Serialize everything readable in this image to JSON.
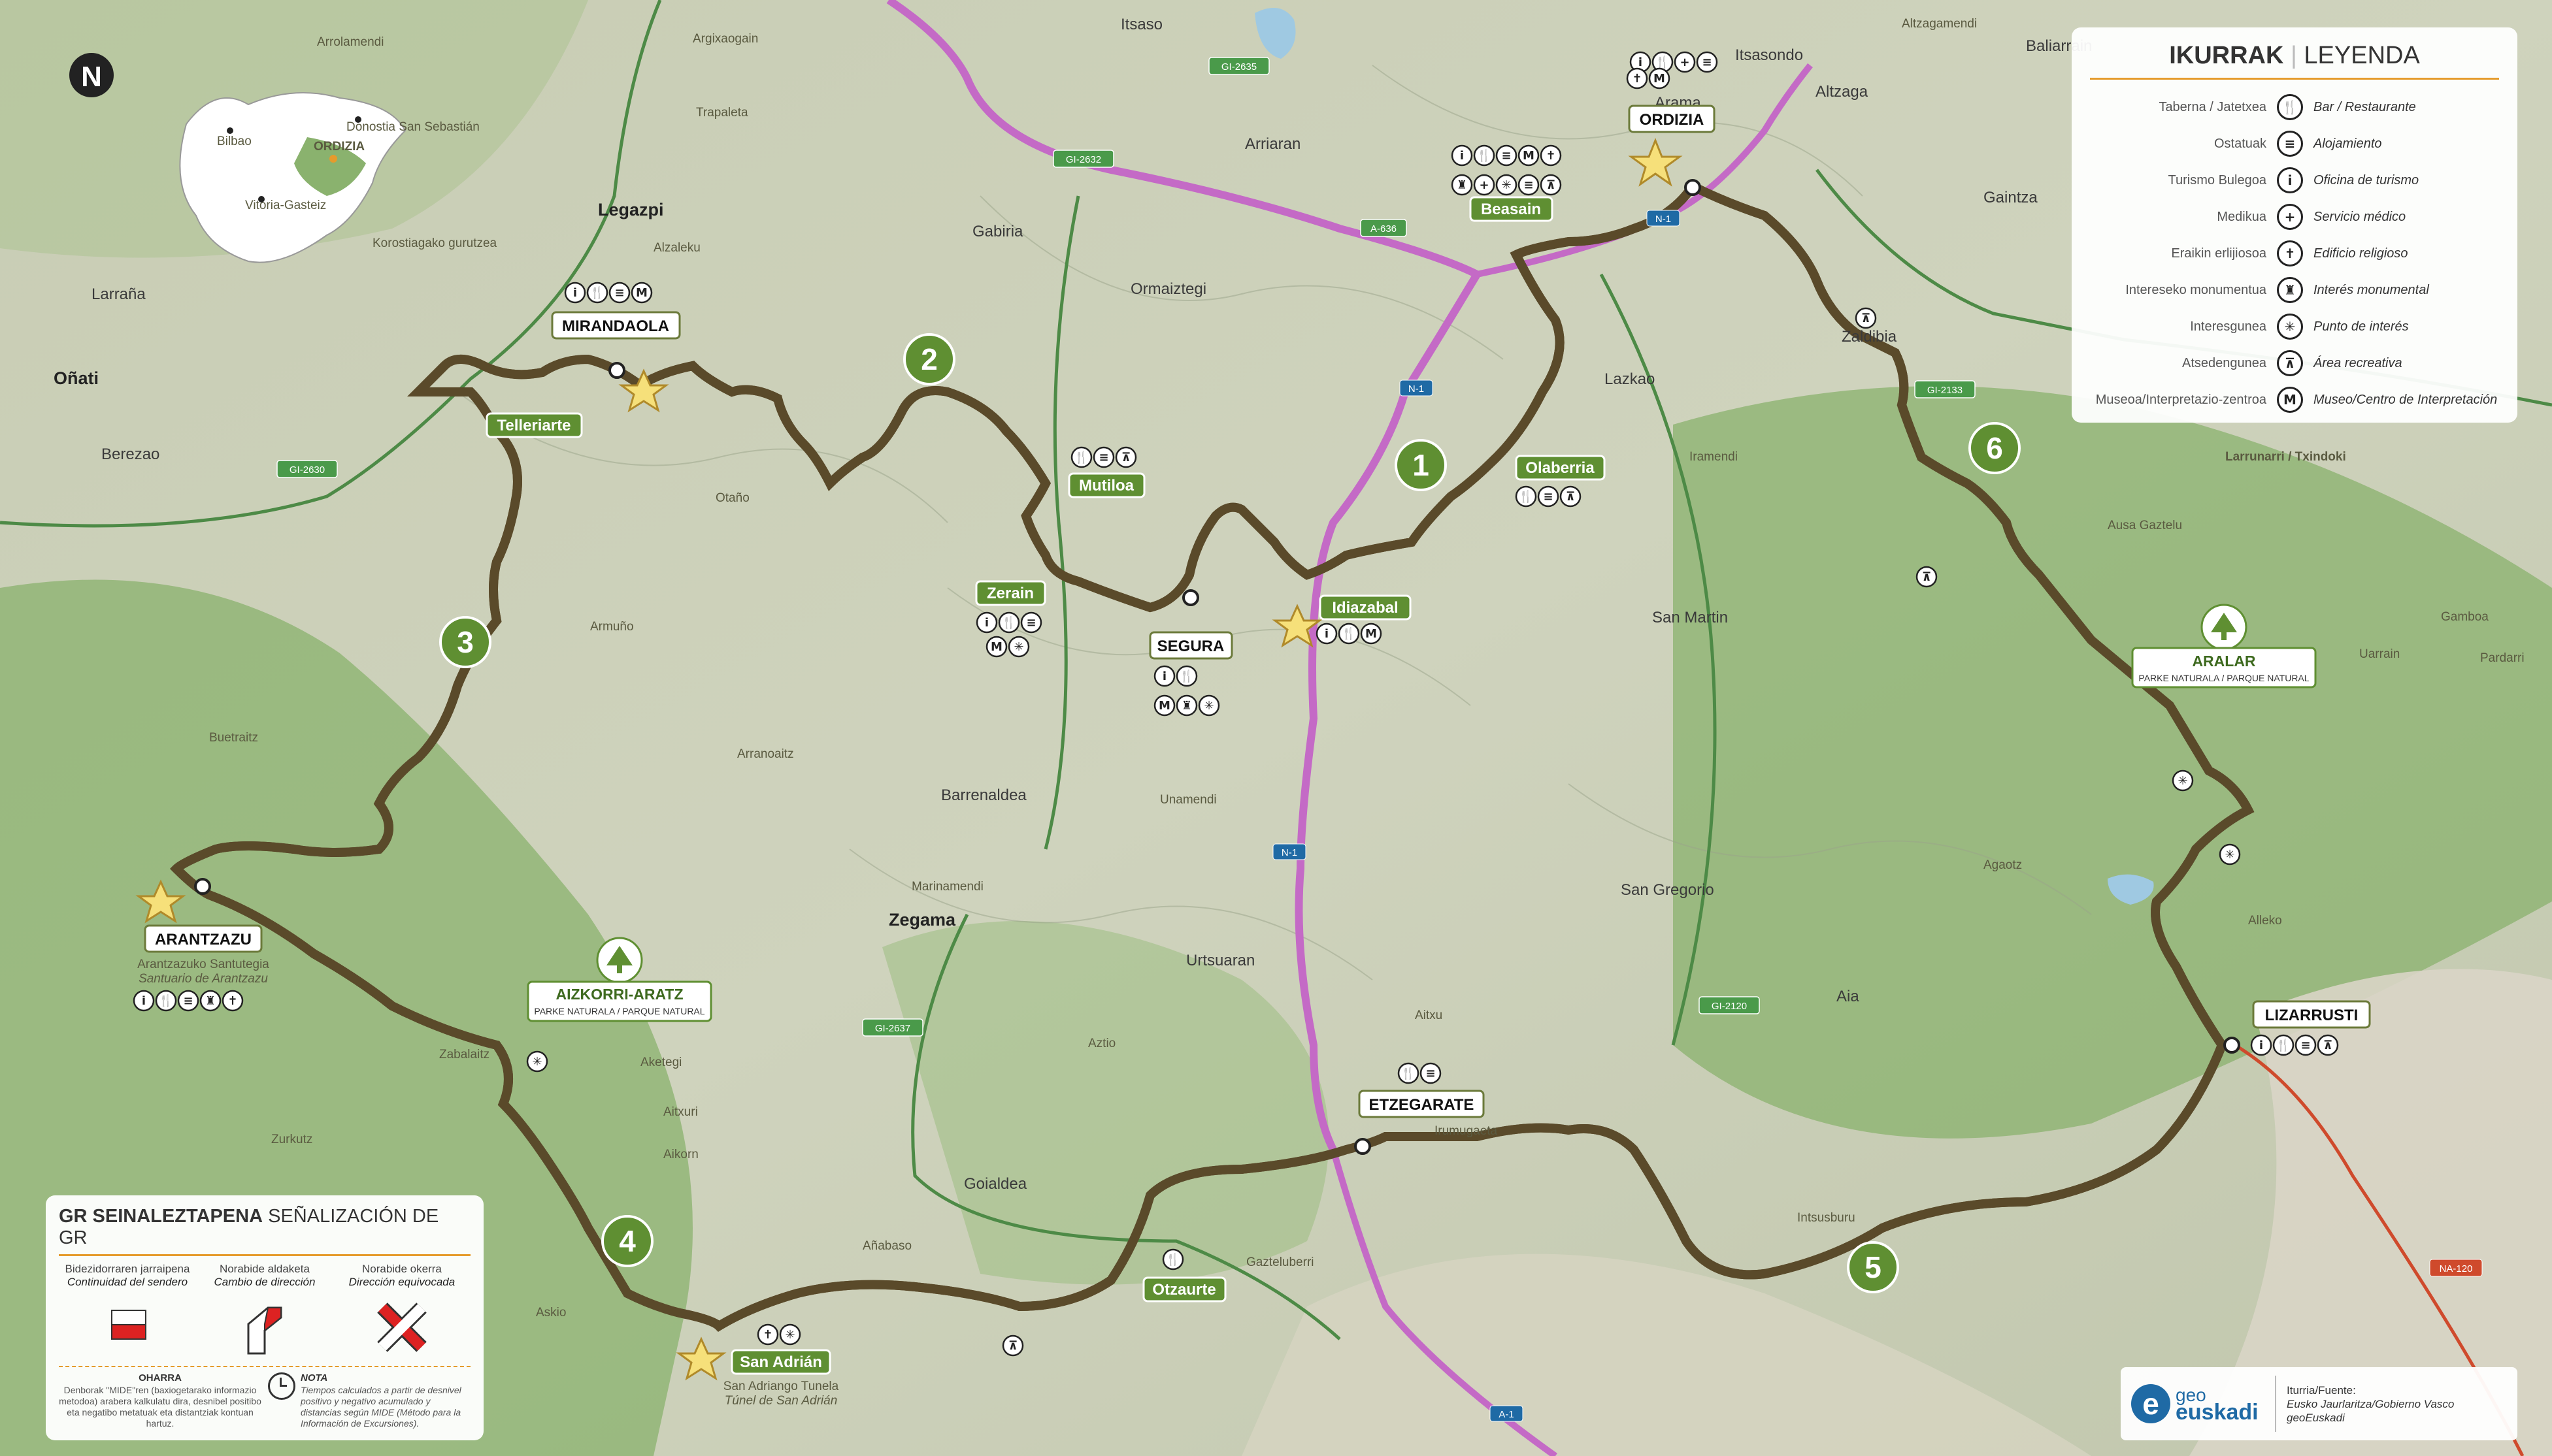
{
  "legend": {
    "title_bold": "IKURRAK",
    "title_rest": "LEYENDA",
    "items": [
      {
        "eu": "Taberna / Jatetxea",
        "es": "Bar / Restaurante",
        "icon": "fork-knife-icon",
        "glyph": "🍴"
      },
      {
        "eu": "Ostatuak",
        "es": "Alojamiento",
        "icon": "bed-icon",
        "glyph": "≡"
      },
      {
        "eu": "Turismo Bulegoa",
        "es": "Oficina de turismo",
        "icon": "info-icon",
        "glyph": "i"
      },
      {
        "eu": "Medikua",
        "es": "Servicio médico",
        "icon": "medical-icon",
        "glyph": "+"
      },
      {
        "eu": "Eraikin erlijiosoa",
        "es": "Edificio religioso",
        "icon": "church-icon",
        "glyph": "✝"
      },
      {
        "eu": "Intereseko monumentua",
        "es": "Interés monumental",
        "icon": "monument-icon",
        "glyph": "♜"
      },
      {
        "eu": "Interesgunea",
        "es": "Punto de interés",
        "icon": "star-burst-icon",
        "glyph": "✳"
      },
      {
        "eu": "Atsedengunea",
        "es": "Área recreativa",
        "icon": "picnic-table-icon",
        "glyph": "⊼"
      },
      {
        "eu": "Museoa/Interpretazio-zentroa",
        "es": "Museo/Centro de Interpretación",
        "icon": "museum-icon",
        "glyph": "M"
      }
    ]
  },
  "gr": {
    "title_bold": "GR SEINALEZTAPENA",
    "title_rest": "SEÑALIZACIÓN DE GR",
    "cols": [
      {
        "eu": "Bidezidorraren jarraipena",
        "es": "Continuidad del sendero"
      },
      {
        "eu": "Norabide aldaketa",
        "es": "Cambio de dirección"
      },
      {
        "eu": "Norabide okerra",
        "es": "Dirección equivocada"
      }
    ],
    "note1_head": "OHARRA",
    "note1_body": "Denborak \"MIDE\"ren (baxiogetarako informazio metodoa) arabera kalkulatu dira, desnibel positibo eta negatibo metatuak eta distantziak kontuan hartuz.",
    "note2_head": "NOTA",
    "note2_body": "Tiempos calculados a partir de desnivel positivo y negativo acumulado y distancias según MIDE (Método para la Información de Excursiones)."
  },
  "source": {
    "logo_a": "geo",
    "logo_b": "euskadi",
    "label": "Iturria/Fuente:",
    "line1": "Eusko Jaurlaritza/Gobierno Vasco",
    "line2": "geoEuskadi"
  },
  "inset": {
    "bilbao": "Bilbao",
    "donostia": "Donostia\nSan Sebastián",
    "vitoria": "Vitoria-Gasteiz",
    "ordizia": "ORDIZIA"
  },
  "white_tags": {
    "ordizia": "ORDIZIA",
    "mirandaola": "MIRANDAOLA",
    "segura": "SEGURA",
    "arantzazu": "ARANTZAZU",
    "etzegarate": "ETZEGARATE",
    "lizarrusti": "LIZARRUSTI"
  },
  "green_tags": {
    "beasain": "Beasain",
    "olaberria": "Olaberria",
    "mutiloa": "Mutiloa",
    "zerain": "Zerain",
    "idiazabal": "Idiazabal",
    "telleriarte": "Telleriarte",
    "otzaurte": "Otzaurte",
    "san_adrian": "San Adrián"
  },
  "stages": [
    "1",
    "2",
    "3",
    "4",
    "5",
    "6"
  ],
  "captions": {
    "arantzazu_1": "Arantzazuko Santutegia",
    "arantzazu_2": "Santuario de Arantzazu",
    "san_adrian_1": "San Adriango Tunela",
    "san_adrian_2": "Túnel de San Adrián"
  },
  "parks": {
    "aizkorri": "AIZKORRI-ARATZ",
    "aizkorri_sub": "PARKE NATURALA / PARQUE NATURAL",
    "aralar": "ARALAR",
    "aralar_sub": "PARKE NATURALA / PARQUE NATURAL"
  },
  "places_bold": {
    "legazpi": "Legazpi",
    "onati": "Oñati",
    "zegama": "Zegama"
  },
  "places": {
    "itsaso": "Itsaso",
    "arrolamendi": "Arrolamendi",
    "argixaogain": "Argixaogain",
    "trapaleta": "Trapaleta",
    "altzagamendi": "Altzagamendi",
    "baliarrain": "Baliarrain",
    "itsasondo": "Itsasondo",
    "arama": "Arama",
    "altzaga": "Altzaga",
    "arriaran": "Arriaran",
    "gabiria": "Gabiria",
    "ormaiztegi": "Ormaiztegi",
    "gaintza": "Gaintza",
    "korosti": "Korostiagako gurutzea",
    "alzaleku": "Alzaleku",
    "larraña": "Larraña",
    "berezao": "Berezao",
    "zaldibia": "Zaldibia",
    "lazkao": "Lazkao",
    "iramendi": "Iramendi",
    "larrunarri": "Larrunarri / Txindoki",
    "otano": "Otaño",
    "armuno": "Armuño",
    "san_martin": "San Martin",
    "ausa": "Ausa Gaztelu",
    "gambo": "Gamboa",
    "urrain": "Uarrain",
    "pardarri": "Pardarri",
    "buetraitz": "Buetraitz",
    "arranoaitz": "Arranoaitz",
    "barrenaldea": "Barrenaldea",
    "unamendi": "Unamendi",
    "agaotz": "Agaotz",
    "marinamendi": "Marinamendi",
    "san_gregorio": "San Gregorio",
    "urtsuaran": "Urtsuaran",
    "aia": "Aia",
    "alleko": "Alleko",
    "aztio": "Aztio",
    "aitxu": "Aitxu",
    "zabalaitz": "Zabalaitz",
    "aketegi": "Aketegi",
    "aitxuri": "Aitxuri",
    "aikorn": "Aikorn",
    "zurkutz": "Zurkutz",
    "irumugaeta": "Irumugaeta",
    "goialdea": "Goialdea",
    "intsusburu": "Intsusburu",
    "gazteluberri": "Gazteluberri",
    "askio": "Askio",
    "añabaso": "Añabaso"
  },
  "roads": {
    "gi2635": "GI-2635",
    "gi2632": "GI-2632",
    "a636": "A-636",
    "n1a": "N-1",
    "n1b": "N-1",
    "n1c": "N-1",
    "gi2630": "GI-2630",
    "gi2133": "GI-2133",
    "gi2637": "GI-2637",
    "gi2120": "GI-2120",
    "na120": "NA-120",
    "a1": "A-1"
  },
  "compass": "N",
  "colors": {
    "trail": "#f2b33a",
    "trail_edge": "#5a4a2a",
    "green_tag": "#5f8f32",
    "motorway": "#c46ac6",
    "road_red": "#cf4a2c",
    "accent": "#e59b2c"
  }
}
